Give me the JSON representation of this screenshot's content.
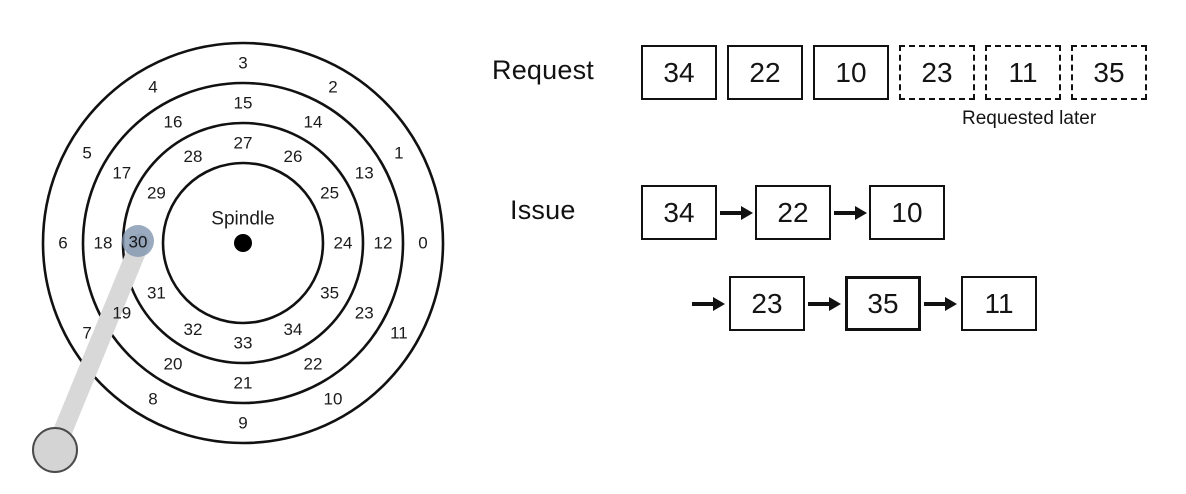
{
  "diagram": {
    "title_text": "Spindle",
    "spindle_label": "Spindle",
    "head_sector": "30",
    "tracks": [
      {
        "name": "outer-track",
        "radius": 200,
        "label_radius": 180,
        "sectors": [
          "0",
          "1",
          "2",
          "3",
          "4",
          "5",
          "6",
          "7",
          "8",
          "9",
          "10",
          "11"
        ]
      },
      {
        "name": "track-2",
        "radius": 160,
        "label_radius": 140,
        "sectors": [
          "12",
          "13",
          "14",
          "15",
          "16",
          "17",
          "18",
          "19",
          "20",
          "21",
          "22",
          "23"
        ]
      },
      {
        "name": "track-3",
        "radius": 120,
        "label_radius": 100,
        "sectors": [
          "24",
          "25",
          "26",
          "27",
          "28",
          "29",
          "30",
          "31",
          "32",
          "33",
          "34",
          "35"
        ]
      },
      {
        "name": "inner-track",
        "radius": 80,
        "label_radius": 0,
        "sectors": []
      }
    ],
    "colors": {
      "stroke": "#111111",
      "arm": "#d8d8d8",
      "arm_stroke": "#bdbdbd",
      "pivot_fill": "#d4d4d4",
      "pivot_stroke": "#4a4a4a",
      "head_highlight": "#7e93ae",
      "spindle_dot": "#000000"
    }
  },
  "queues": {
    "request": {
      "label": "Request",
      "items": [
        {
          "value": "34",
          "style": "solid"
        },
        {
          "value": "22",
          "style": "solid"
        },
        {
          "value": "10",
          "style": "solid"
        },
        {
          "value": "23",
          "style": "dashed"
        },
        {
          "value": "11",
          "style": "dashed"
        },
        {
          "value": "35",
          "style": "dashed"
        }
      ],
      "note": "Requested later"
    },
    "issue": {
      "label": "Issue",
      "row1": [
        {
          "value": "34"
        },
        {
          "value": "22"
        },
        {
          "value": "10"
        }
      ],
      "row2": [
        {
          "value": "23"
        },
        {
          "value": "35"
        },
        {
          "value": "11"
        }
      ]
    }
  }
}
